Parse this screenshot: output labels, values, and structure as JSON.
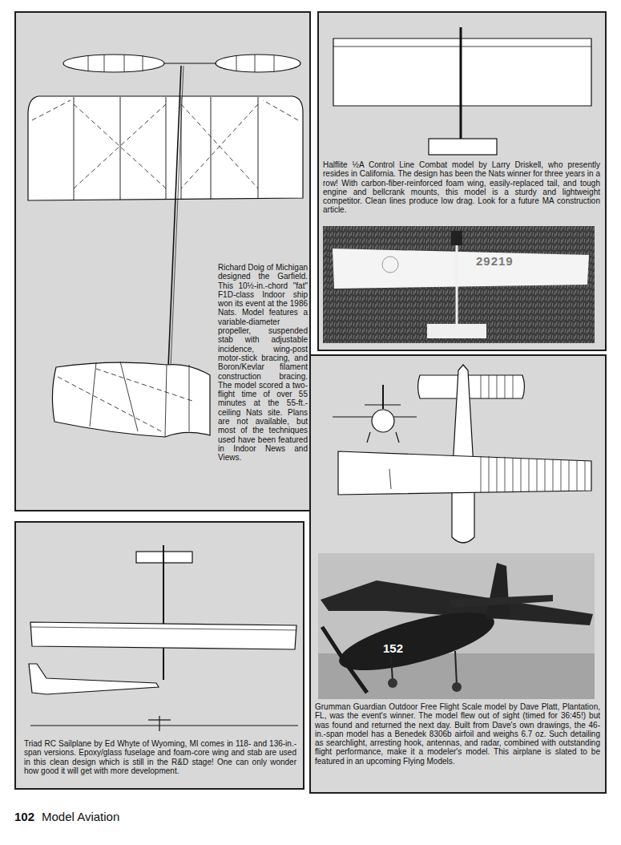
{
  "diagram": {
    "nodes": [
      {
        "text": [
          "Richard Doig of Michigan designed the Garfield. This 10½-in.-chord \"fat\" F1D-class Indoor ship won its event at the 1986 Nats. Model features a variable-diameter propeller, suspended stab with adjustable incidence, wing-post motor-stick bracing, and Boron/Kevlar filament construction bracing. The model scored a two-flight time of over 55 minutes at the 55-ft.-ceiling Nats site. Plans are not available, but most of the techniques used have been featured in Indoor News and Views."
        ]
      },
      {
        "text": [
          "Halflite ½A Control Line Combat model by Larry Driskell, who presently resides in California. The design has been the Nats winner for three years in a row! With carbon-fiber-reinforced foam wing, easily-replaced tail, and tough engine and bellcrank mounts, this model is a sturdy and lightweight competitor. Clean lines produce low drag. Look for a future MA construction article."
        ]
      },
      {
        "text": [
          "Triad RC Sailplane by Ed Whyte of Wyoming, MI comes in 118- and 136-in.-span versions. Epoxy/glass fuselage and foam-core wing and stab are used in this clean design which is still in the R&D stage! One can only wonder how good it will get with more development."
        ]
      },
      {
        "text": [
          "Grumman Guardian Outdoor Free Flight Scale model by Dave Platt, Plantation, FL, was the event's winner. The model flew out of sight (timed for 36:45!) but was found and returned the next day. Built from Dave's own drawings, the 46-in.-span model has a Benedek 8306b airfoil and weighs 6.7 oz. Such detailing as searchlight, arresting hook, antennas, and radar, combined with outstanding flight performance, make it a modeler's model. This airplane is slated to be featured in an upcoming Flying Models."
        ]
      }
    ],
    "labels": [
      "29219",
      "152",
      "102",
      "Model Aviation"
    ]
  }
}
